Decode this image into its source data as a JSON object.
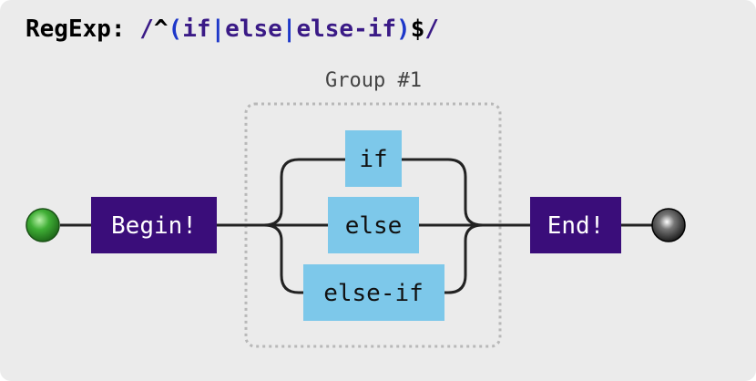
{
  "regexp_title": {
    "label": "RegExp:",
    "open_slash": "/",
    "caret": "^",
    "open_paren": "(",
    "alt_1": "if",
    "pipe_1": "|",
    "alt_2": "else",
    "pipe_2": "|",
    "alt_3": "else-if",
    "close_paren": ")",
    "dollar": "$",
    "close_slash": "/"
  },
  "diagram": {
    "group_label": "Group #1",
    "begin_label": "Begin!",
    "end_label": "End!",
    "alternatives": [
      "if",
      "else",
      "else-if"
    ]
  },
  "colors": {
    "background": "#ebebeb",
    "anchor_box": "#3a0d7a",
    "literal_box": "#7dc8ea",
    "line": "#222222",
    "group_border": "#b8b8b8",
    "start_node": "#2f9a2a",
    "end_node": "#222222"
  }
}
